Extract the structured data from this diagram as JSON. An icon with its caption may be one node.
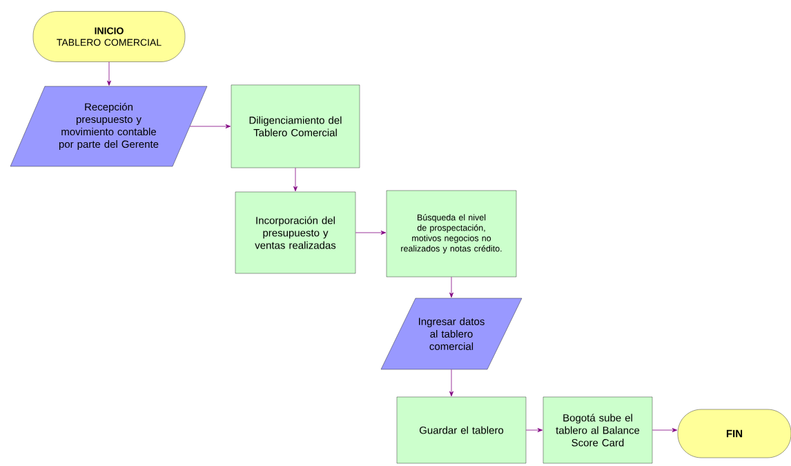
{
  "diagram": {
    "nodes": [
      {
        "text": [
          "INICIO",
          "TABLERO COMERCIAL"
        ]
      },
      {
        "text": [
          "Recepción presupuesto y movimiento contable por parte del Gerente"
        ]
      },
      {
        "text": [
          "Diligenciamiento del Tablero Comercial"
        ]
      },
      {
        "text": [
          "Incorporación del presupuesto y ventas realizadas"
        ]
      },
      {
        "text": [
          "Búsqueda el nivel de prospectación, motivos negocios no realizados y notas crédito."
        ]
      },
      {
        "text": [
          "Ingresar datos al tablero comercial"
        ]
      },
      {
        "text": [
          "Guardar el tablero"
        ]
      },
      {
        "text": [
          "Bogotá sube el tablero al Balance Score Card"
        ]
      },
      {
        "text": [
          "FIN"
        ]
      }
    ],
    "edges": [
      {
        "from": 0,
        "to": 1,
        "arrow": "to"
      },
      {
        "from": 1,
        "to": 2,
        "arrow": "to"
      },
      {
        "from": 2,
        "to": 3,
        "arrow": "to"
      },
      {
        "from": 3,
        "to": 4,
        "arrow": "to"
      },
      {
        "from": 4,
        "to": 5,
        "arrow": "to"
      },
      {
        "from": 5,
        "to": 6,
        "arrow": "to"
      },
      {
        "from": 6,
        "to": 7,
        "arrow": "to"
      },
      {
        "from": 7,
        "to": 8,
        "arrow": "to"
      }
    ]
  }
}
